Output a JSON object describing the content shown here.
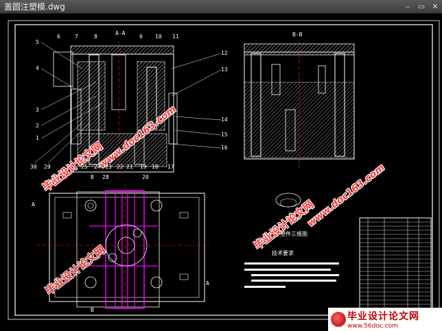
{
  "window": {
    "title": "盖圆注塑模.dwg",
    "controls": {
      "minimize": "‒",
      "restore": "▭",
      "close": "✕"
    }
  },
  "drawing": {
    "view_aa_label": "A-A",
    "view_bb_label": "B-B",
    "part_numbers_top": [
      "6",
      "7",
      "8",
      "9",
      "10",
      "11"
    ],
    "part_numbers_right": [
      "12",
      "13",
      "14",
      "15",
      "16"
    ],
    "part_numbers_left": [
      "5",
      "4",
      "3",
      "2",
      "1"
    ],
    "part_numbers_bottom": [
      "30",
      "29",
      "25",
      "24",
      "23",
      "22",
      "21",
      "19",
      "18",
      "17"
    ],
    "plan_labels": {
      "b_top": "B",
      "n28": "28",
      "n20": "20",
      "a_left": "A",
      "a_right": "A",
      "b_bottom": "B"
    },
    "tech_requirements_title": "技术要求",
    "part_view_label": "塑件三维图"
  },
  "watermarks": {
    "cn_text": "毕业设计论文网",
    "url_text": "www.doc163.com"
  },
  "brand": {
    "name": "毕业设计论文网",
    "url": "www.56doc.com"
  },
  "colors": {
    "background": "#000000",
    "line_white": "#ffffff",
    "line_magenta": "#ff00ff",
    "line_red": "#ff2020",
    "line_blue": "#4040ff",
    "watermark_red": "#ff3b3b"
  }
}
